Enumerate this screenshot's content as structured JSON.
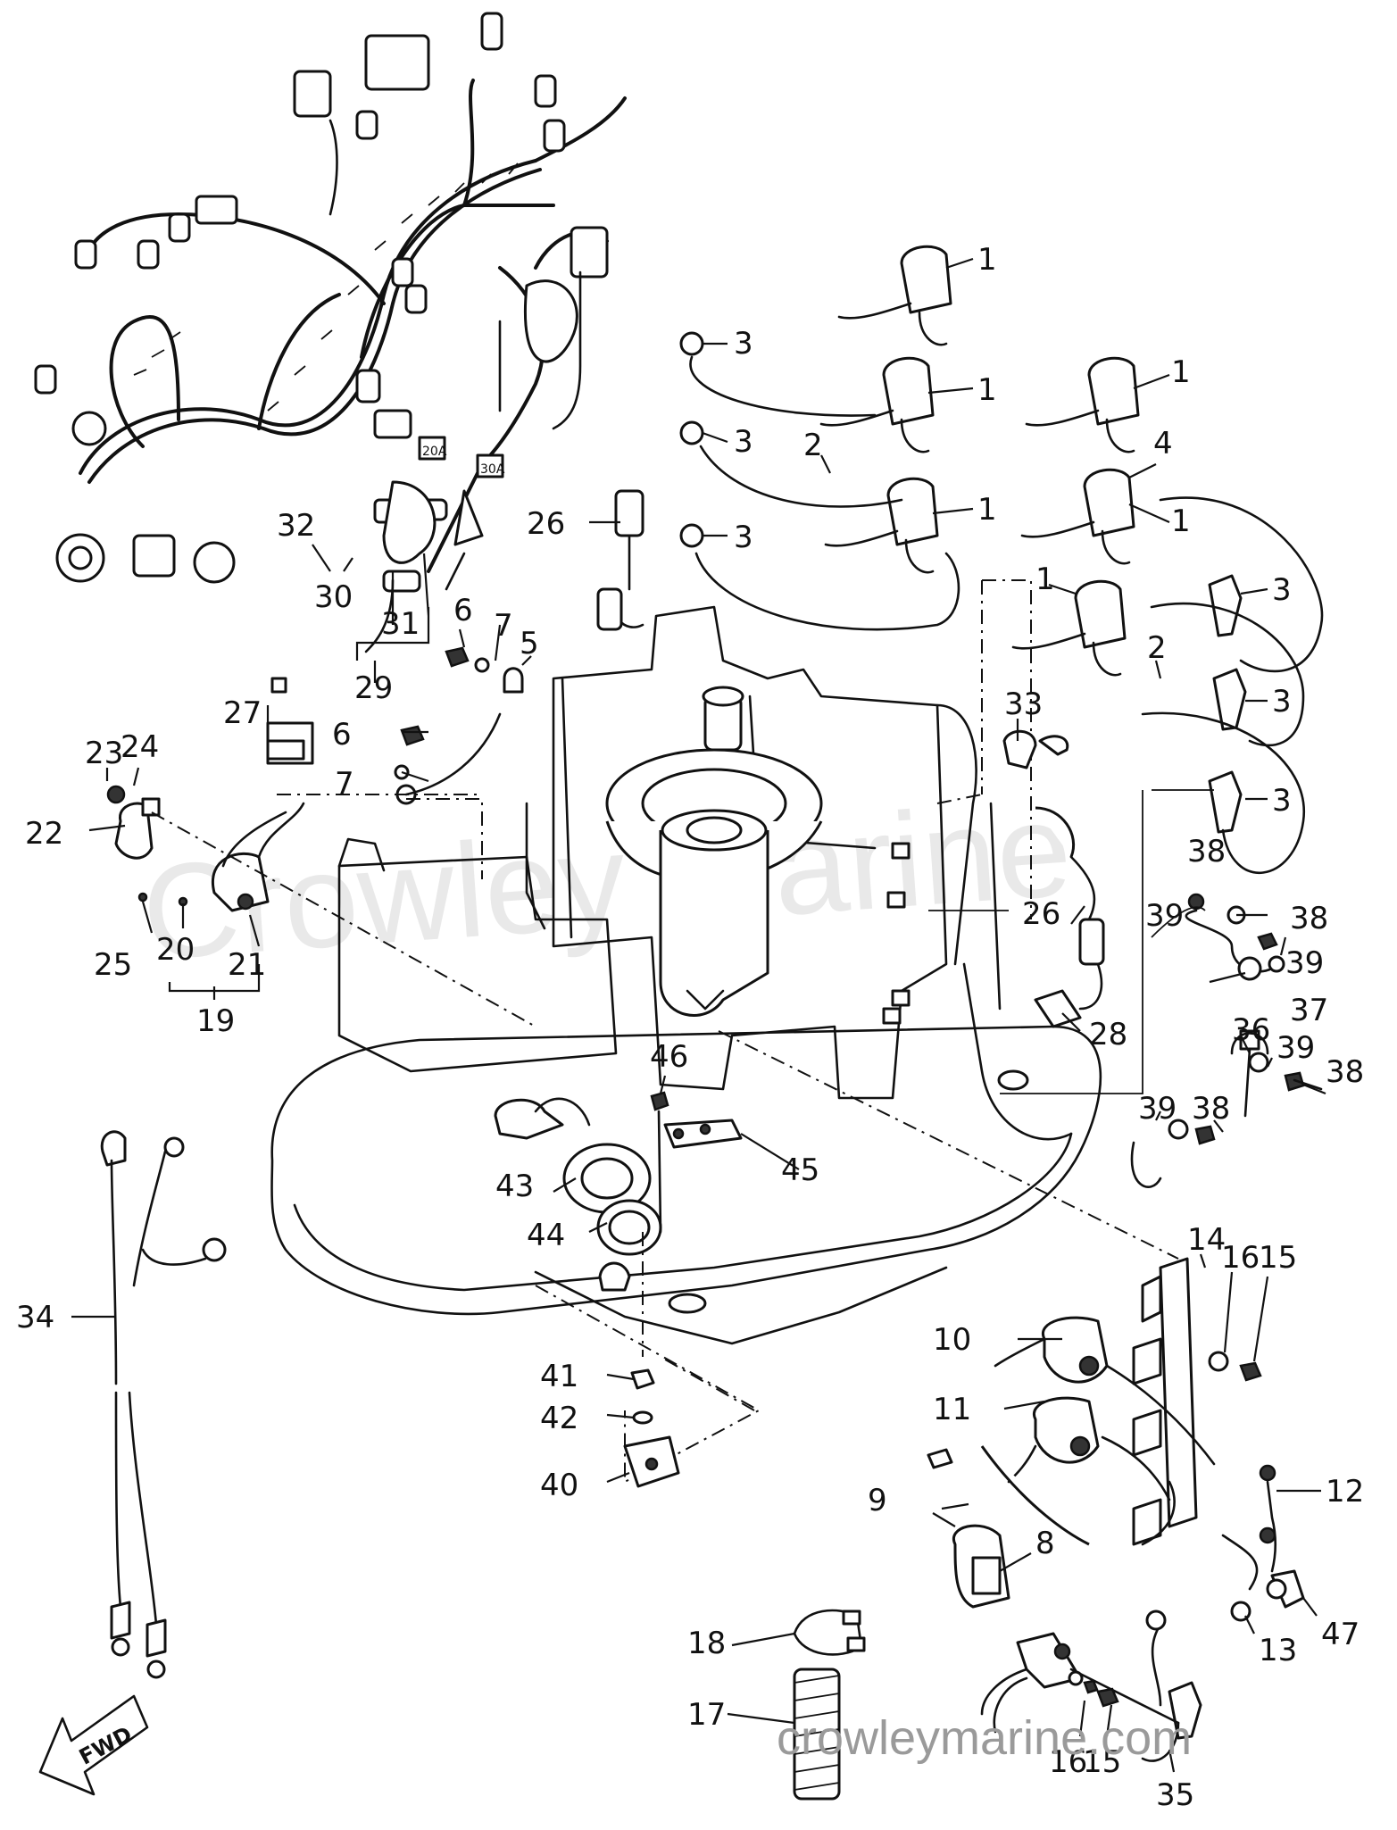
{
  "watermark": {
    "center_text": "Crowley Marine",
    "url_text": "crowleymarine.com"
  },
  "fwd_label": "FWD",
  "amp_tags": [
    "20A",
    "30A"
  ],
  "callouts": {
    "c1a": "1",
    "c1b": "1",
    "c1c": "1",
    "c1d": "1",
    "c1e": "1",
    "c1f": "1",
    "c2a": "2",
    "c2b": "2",
    "c3a": "3",
    "c3b": "3",
    "c3c": "3",
    "c3d": "3",
    "c3e": "3",
    "c3f": "3",
    "c4": "4",
    "c5": "5",
    "c6a": "6",
    "c6b": "6",
    "c7a": "7",
    "c7b": "7",
    "c8": "8",
    "c9": "9",
    "c10": "10",
    "c11": "11",
    "c12": "12",
    "c13": "13",
    "c14": "14",
    "c15a": "15",
    "c15b": "15",
    "c16a": "16",
    "c16b": "16",
    "c17": "17",
    "c18": "18",
    "c19": "19",
    "c20": "20",
    "c21": "21",
    "c22": "22",
    "c23": "23",
    "c24": "24",
    "c25": "25",
    "c26a": "26",
    "c26b": "26",
    "c27": "27",
    "c28": "28",
    "c29": "29",
    "c30": "30",
    "c31": "31",
    "c32": "32",
    "c33": "33",
    "c34": "34",
    "c35": "35",
    "c36": "36",
    "c37": "37",
    "c38a": "38",
    "c38b": "38",
    "c38c": "38",
    "c38d": "38",
    "c39a": "39",
    "c39b": "39",
    "c39c": "39",
    "c39d": "39",
    "c40": "40",
    "c41": "41",
    "c42": "42",
    "c43": "43",
    "c44": "44",
    "c45": "45",
    "c46": "46",
    "c47": "47"
  }
}
